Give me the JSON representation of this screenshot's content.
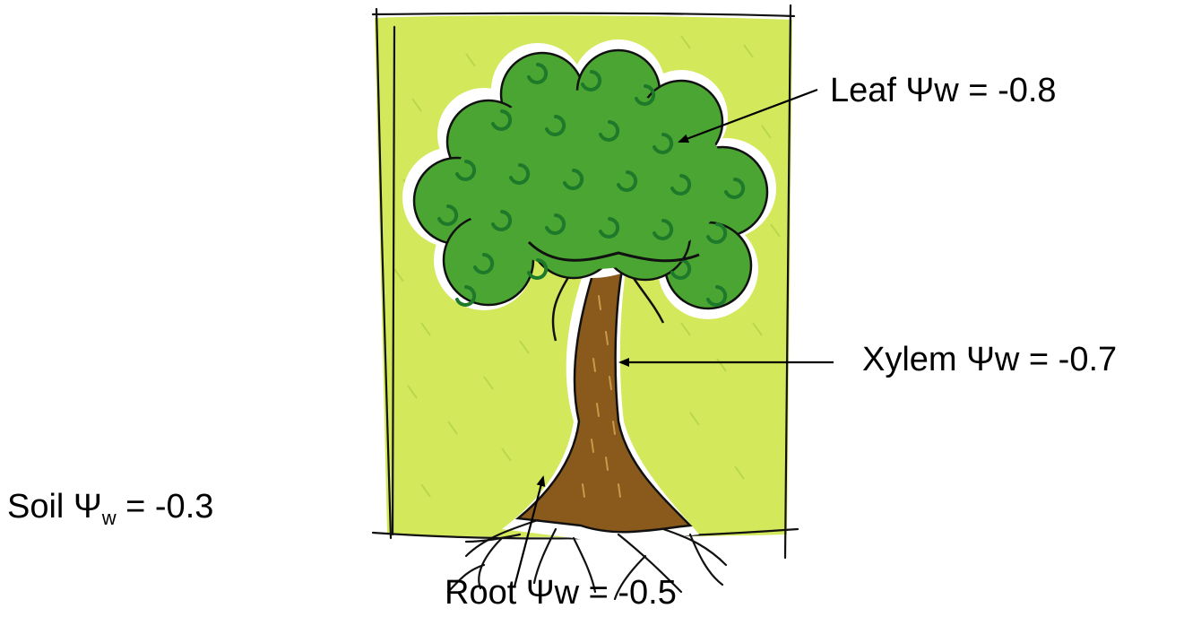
{
  "labels": {
    "leaf": {
      "name": "Leaf",
      "symbol": "Ψ",
      "subscript": "w",
      "equals": "=",
      "value": "-0.8"
    },
    "xylem": {
      "name": "Xylem",
      "symbol": "Ψ",
      "subscript": "w",
      "equals": "=",
      "value": "-0.7"
    },
    "soil": {
      "name": "Soil",
      "symbol": "Ψ",
      "subscript": "w",
      "equals": "=",
      "value": "-0.3"
    },
    "root": {
      "name": "Root",
      "symbol": "Ψ",
      "subscript": "w",
      "equals": "=",
      "value": "-0.5"
    }
  },
  "colors": {
    "frame_background": "#d4e85c",
    "foliage": "#4aa532",
    "foliage_dark": "#1e7a2a",
    "trunk": "#8a5a1c",
    "trunk_streak": "#c89a4a",
    "outline": "#111111",
    "arrow": "#000000"
  },
  "illustration": {
    "subject": "tree-clipart"
  }
}
